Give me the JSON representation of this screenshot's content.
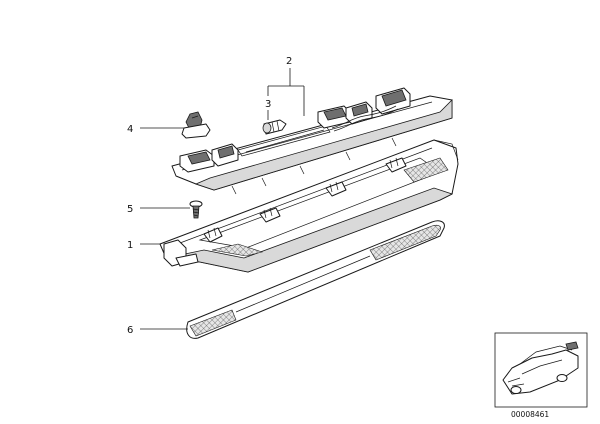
{
  "callouts": [
    {
      "id": "1",
      "label": "1"
    },
    {
      "id": "2",
      "label": "2"
    },
    {
      "id": "3",
      "label": "3"
    },
    {
      "id": "4",
      "label": "4"
    },
    {
      "id": "5",
      "label": "5"
    },
    {
      "id": "6",
      "label": "6"
    }
  ],
  "thumbnail": {
    "doc_number": "00008461"
  }
}
